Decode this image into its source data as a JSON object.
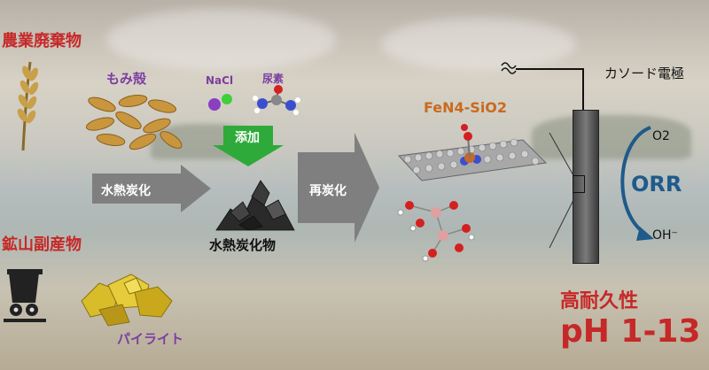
{
  "labels": {
    "agri_waste": "農業廃棄物",
    "rice_husk": "もみ殻",
    "nacl": "NaCl",
    "urea": "尿素",
    "addition": "添加",
    "hydrothermal_carbonization": "水熱炭化",
    "hydrochar": "水熱炭化物",
    "recarbonization": "再炭化",
    "catalyst": "FeN4-SiO2",
    "mining_byproduct": "鉱山副産物",
    "pyrite": "パイライト",
    "cathode": "カソード電極",
    "o2": "O2",
    "orr": "ORR",
    "oh": "OH⁻",
    "durability": "高耐久性",
    "ph_range": "pH 1-13"
  },
  "colors": {
    "red_text": "#c62828",
    "purple_text": "#7b3fa0",
    "catalyst_orange": "#c96a1e",
    "orr_blue": "#1f5a8a",
    "gray_arrow": "#7f7f7f",
    "green_arrow": "#2eaa3a"
  }
}
